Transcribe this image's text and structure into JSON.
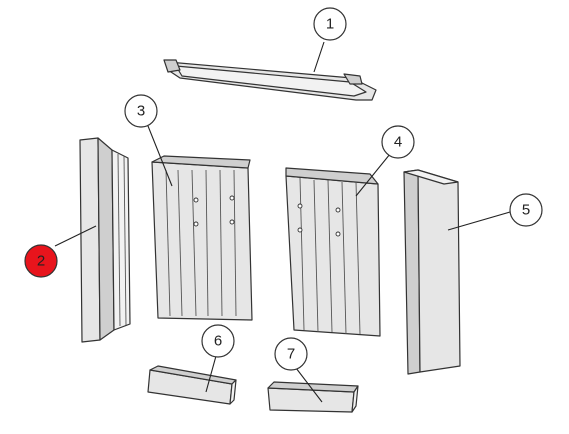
{
  "diagram": {
    "callouts": [
      {
        "label": "1",
        "part": "top-baffle",
        "highlighted": false
      },
      {
        "label": "2",
        "part": "left-side-brick",
        "highlighted": true
      },
      {
        "label": "3",
        "part": "rear-left-panel",
        "highlighted": false
      },
      {
        "label": "4",
        "part": "rear-right-panel",
        "highlighted": false
      },
      {
        "label": "5",
        "part": "right-side-brick",
        "highlighted": false
      },
      {
        "label": "6",
        "part": "front-left-bottom-brick",
        "highlighted": false
      },
      {
        "label": "7",
        "part": "front-right-bottom-brick",
        "highlighted": false
      }
    ],
    "colors": {
      "highlight_fill": "#e8141c",
      "callout_fill": "#ffffff"
    }
  }
}
